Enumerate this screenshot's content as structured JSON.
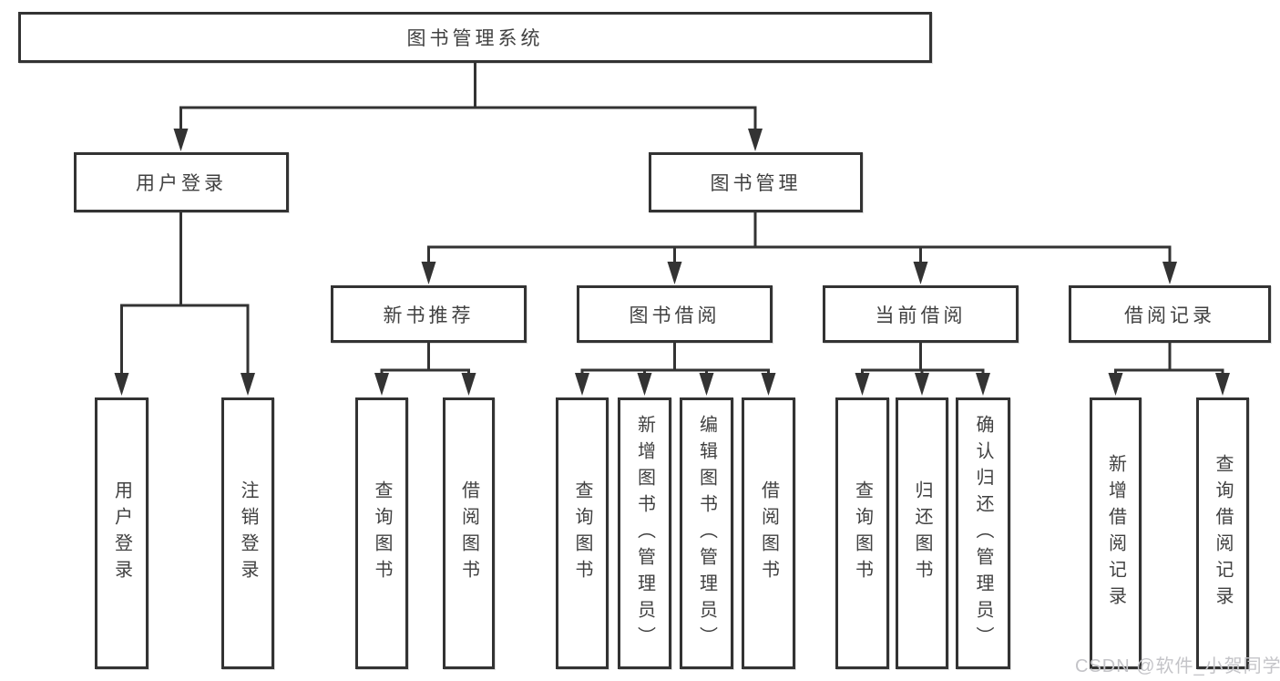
{
  "diagram": {
    "root": "图书管理系统",
    "level2": [
      "用户登录",
      "图书管理"
    ],
    "level3": [
      "新书推荐",
      "图书借阅",
      "当前借阅",
      "借阅记录"
    ],
    "leaves": {
      "user_login": [
        "用户登录",
        "注销登录"
      ],
      "new_book_recommend": [
        "查询图书",
        "借阅图书"
      ],
      "book_borrow": [
        "查询图书",
        "新增图书（管理员）",
        "编辑图书（管理员）",
        "借阅图书"
      ],
      "current_borrow": [
        "查询图书",
        "归还图书",
        "确认归还（管理员）"
      ],
      "borrow_records": [
        "新增借阅记录",
        "查询借阅记录"
      ]
    }
  },
  "watermark": "CSDN @软件_小贺同学",
  "colors": {
    "line": "#333333",
    "text": "#414141",
    "watermark": "#c4c4c8",
    "background": "#ffffff"
  }
}
